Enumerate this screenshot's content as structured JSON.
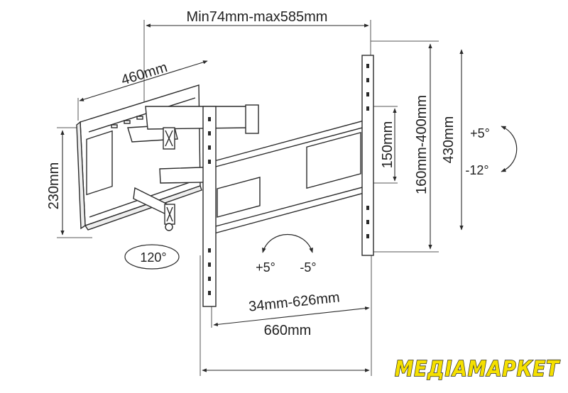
{
  "dimensions": {
    "arm_extension": "Min74mm-max585mm",
    "wall_plate_width": "460mm",
    "wall_plate_height": "230mm",
    "hole_height": "150mm",
    "vesa_vertical": "160mm-400mm",
    "bracket_height": "430mm",
    "vesa_horizontal": "34mm-626mm",
    "bracket_width": "660mm"
  },
  "angles": {
    "swivel": "120°",
    "tilt_up": "+5°",
    "tilt_down": "-12°",
    "level_plus": "+5°",
    "level_minus": "-5°"
  },
  "brand": {
    "logo_text": "МЕДІАМАРКЕТ"
  },
  "colors": {
    "line": "#2a2a2a",
    "logo_fill": "#f5e000"
  }
}
